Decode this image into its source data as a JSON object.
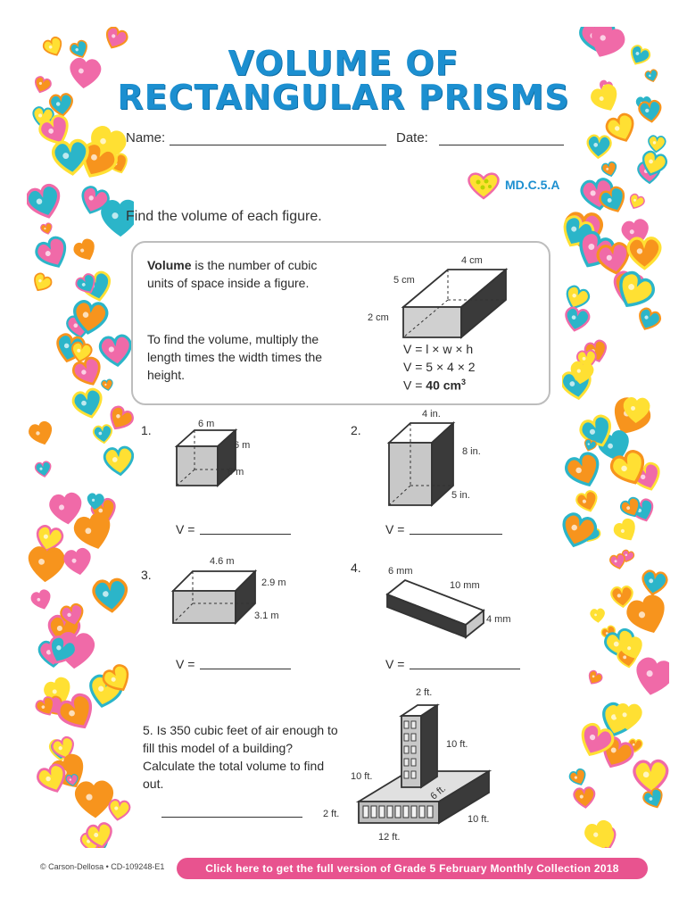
{
  "title": {
    "line1": "VOLUME OF",
    "line2": "RECTANGULAR PRISMS"
  },
  "name_label": "Name:",
  "date_label": "Date:",
  "standard": "MD.C.5.A",
  "instruction": "Find the volume of each figure.",
  "definition": {
    "term": "Volume",
    "rest": " is the number of cubic units of space inside a figure.",
    "method": "To find the volume, multiply the length times the width times the height.",
    "dims": {
      "l": "4 cm",
      "w": "5 cm",
      "h": "2 cm"
    },
    "formula1": "V = l × w × h",
    "formula2": "V = 5 × 4 × 2",
    "formula3_prefix": "V = ",
    "formula3_value": "40 cm",
    "formula3_exp": "3"
  },
  "problems": [
    {
      "num": "1.",
      "labels": [
        "6 m",
        "6 m",
        "6 m"
      ],
      "answer_label": "V ="
    },
    {
      "num": "2.",
      "labels": [
        "4 in.",
        "8 in.",
        "5 in."
      ],
      "answer_label": "V ="
    },
    {
      "num": "3.",
      "labels": [
        "4.6 m",
        "2.9 m",
        "3.1 m"
      ],
      "answer_label": "V ="
    },
    {
      "num": "4.",
      "labels": [
        "6 mm",
        "10 mm",
        "4 mm"
      ],
      "answer_label": "V ="
    }
  ],
  "question5": {
    "text": "5.  Is 350 cubic feet of air enough to fill this model of a building? Calculate the total volume to find out.",
    "labels": [
      "2 ft.",
      "10 ft.",
      "10 ft.",
      "6 ft.",
      "2 ft.",
      "10 ft.",
      "12 ft."
    ]
  },
  "footer": {
    "copyright": "© Carson-Dellosa • CD-109248-E1",
    "cta": "Click here to get the full version of Grade 5 February Monthly Collection 2018"
  },
  "colors": {
    "title": "#1c8fd0",
    "cta": "#e8538f",
    "heart_pink": "#f06aa8",
    "heart_orange": "#f7941d",
    "heart_yellow": "#ffe033",
    "heart_teal": "#2bb5c9"
  }
}
